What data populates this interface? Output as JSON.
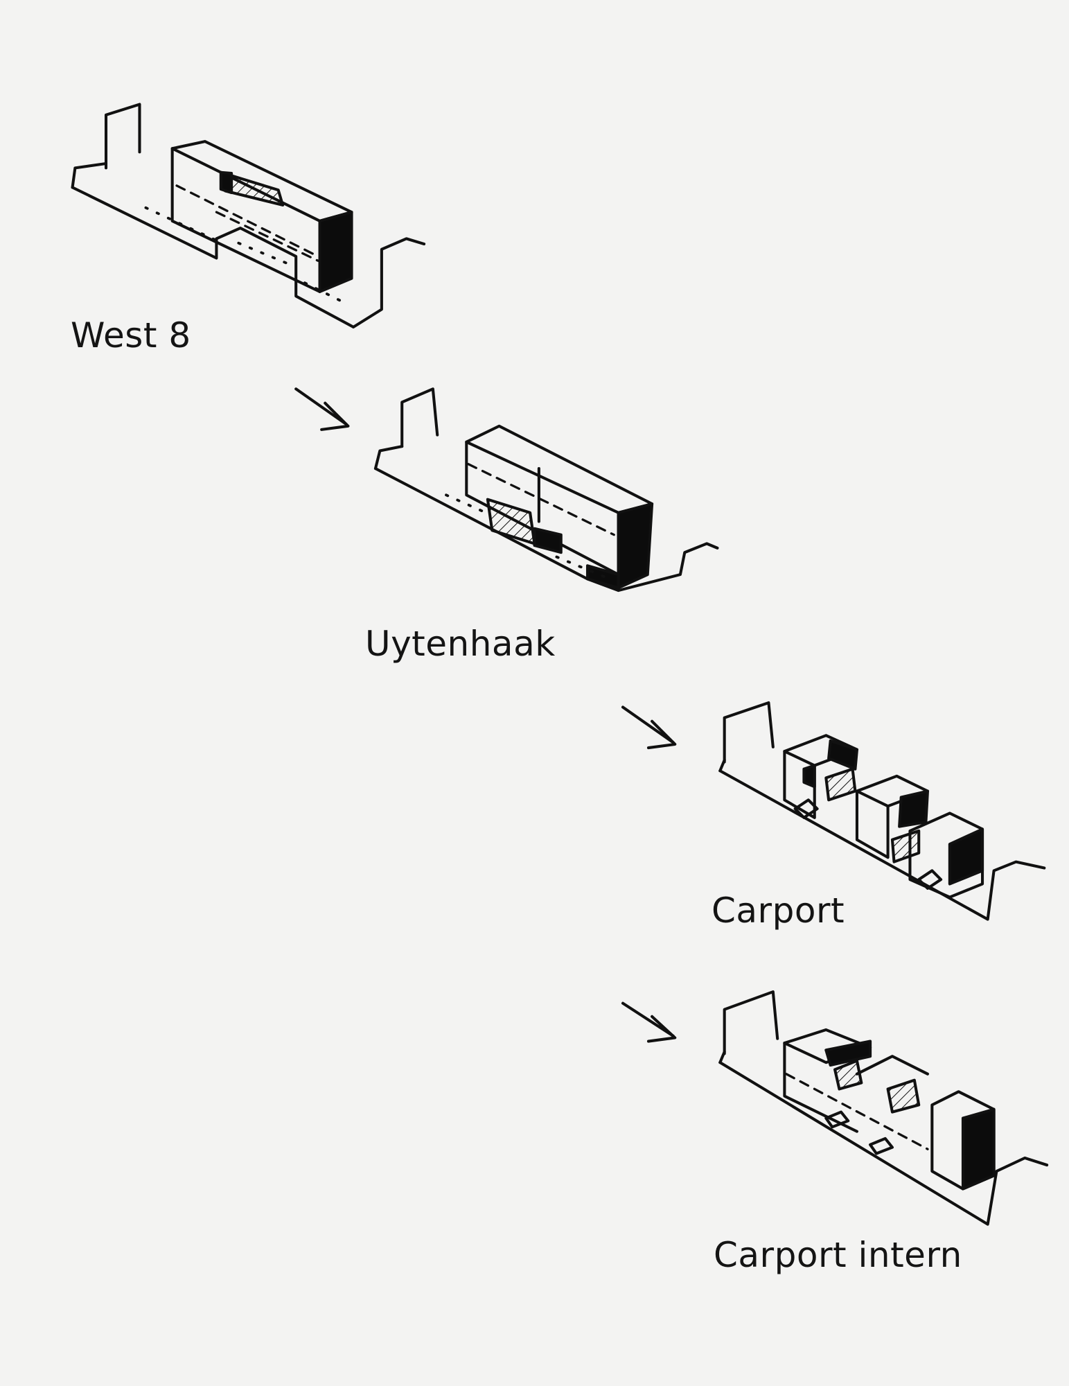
{
  "diagram": {
    "stages": [
      {
        "label": "West 8"
      },
      {
        "label": "Uytenhaak"
      },
      {
        "label": "Carport"
      },
      {
        "label": "Carport intern"
      }
    ],
    "ink_color": "#111111",
    "paper_color": "#f3f3f2"
  }
}
